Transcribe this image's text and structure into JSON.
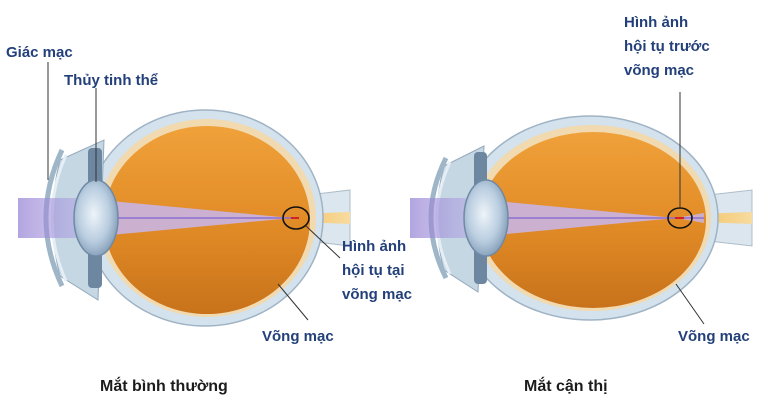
{
  "colors": {
    "label": "#23407a",
    "caption": "#1c1c1c",
    "vitreous": "#e08a26",
    "sclera": "#c9dbe6",
    "lens": "#a9c0d3",
    "ray": "#7a66b8",
    "cornea": "#d9e7ef"
  },
  "normal_eye": {
    "cornea_label": "Giác mạc",
    "lens_label": "Thủy tinh thể",
    "focus_label_lines": [
      "Hình ảnh",
      "hội tụ tại",
      "võng mạc"
    ],
    "retina_label": "Võng mạc",
    "caption": "Mắt bình thường"
  },
  "myopic_eye": {
    "focus_label_lines": [
      "Hình ảnh",
      "hội tụ trước",
      "võng mạc"
    ],
    "retina_label": "Võng mạc",
    "caption": "Mắt cận thị"
  }
}
